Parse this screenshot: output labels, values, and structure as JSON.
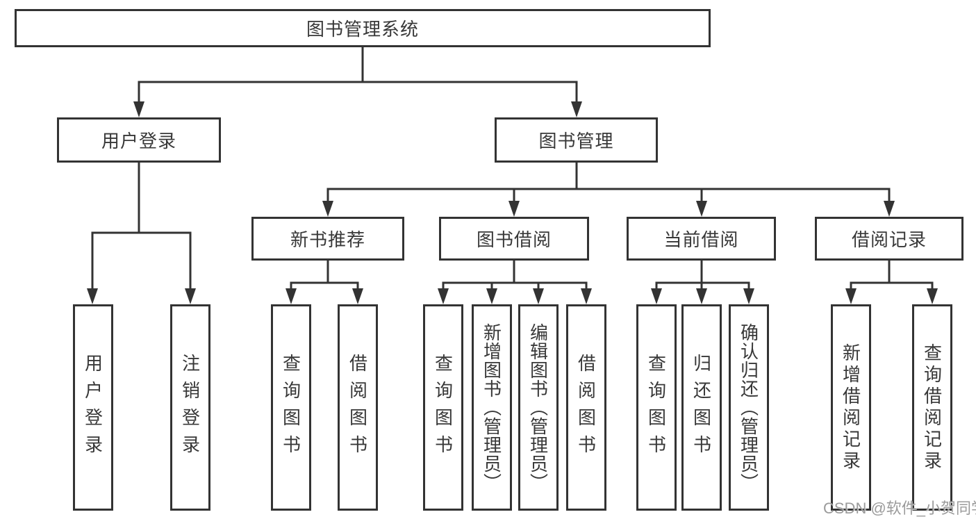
{
  "diagram": {
    "root": {
      "label": "图书管理系统"
    },
    "level2": [
      {
        "label": "用户登录"
      },
      {
        "label": "图书管理"
      }
    ],
    "level3": [
      {
        "label": "新书推荐"
      },
      {
        "label": "图书借阅"
      },
      {
        "label": "当前借阅"
      },
      {
        "label": "借阅记录"
      }
    ],
    "leaves": {
      "user_login": [
        "用户登录",
        "注销登录"
      ],
      "new_book_rec": [
        "查询图书",
        "借阅图书"
      ],
      "book_borrow": [
        "查询图书",
        "新增图书（管理员）",
        "编辑图书（管理员）",
        "借阅图书"
      ],
      "current_borrow": [
        "查询图书",
        "归还图书",
        "确认归还（管理员）"
      ],
      "borrow_records": [
        "新增借阅记录",
        "查询借阅记录"
      ]
    }
  },
  "watermark": "CSDN @软件_小贺同学",
  "colors": {
    "line": "#333333",
    "text": "#383838",
    "box_background": "#ffffff",
    "watermark": "#9b9b9b",
    "background": "#ffffff"
  }
}
